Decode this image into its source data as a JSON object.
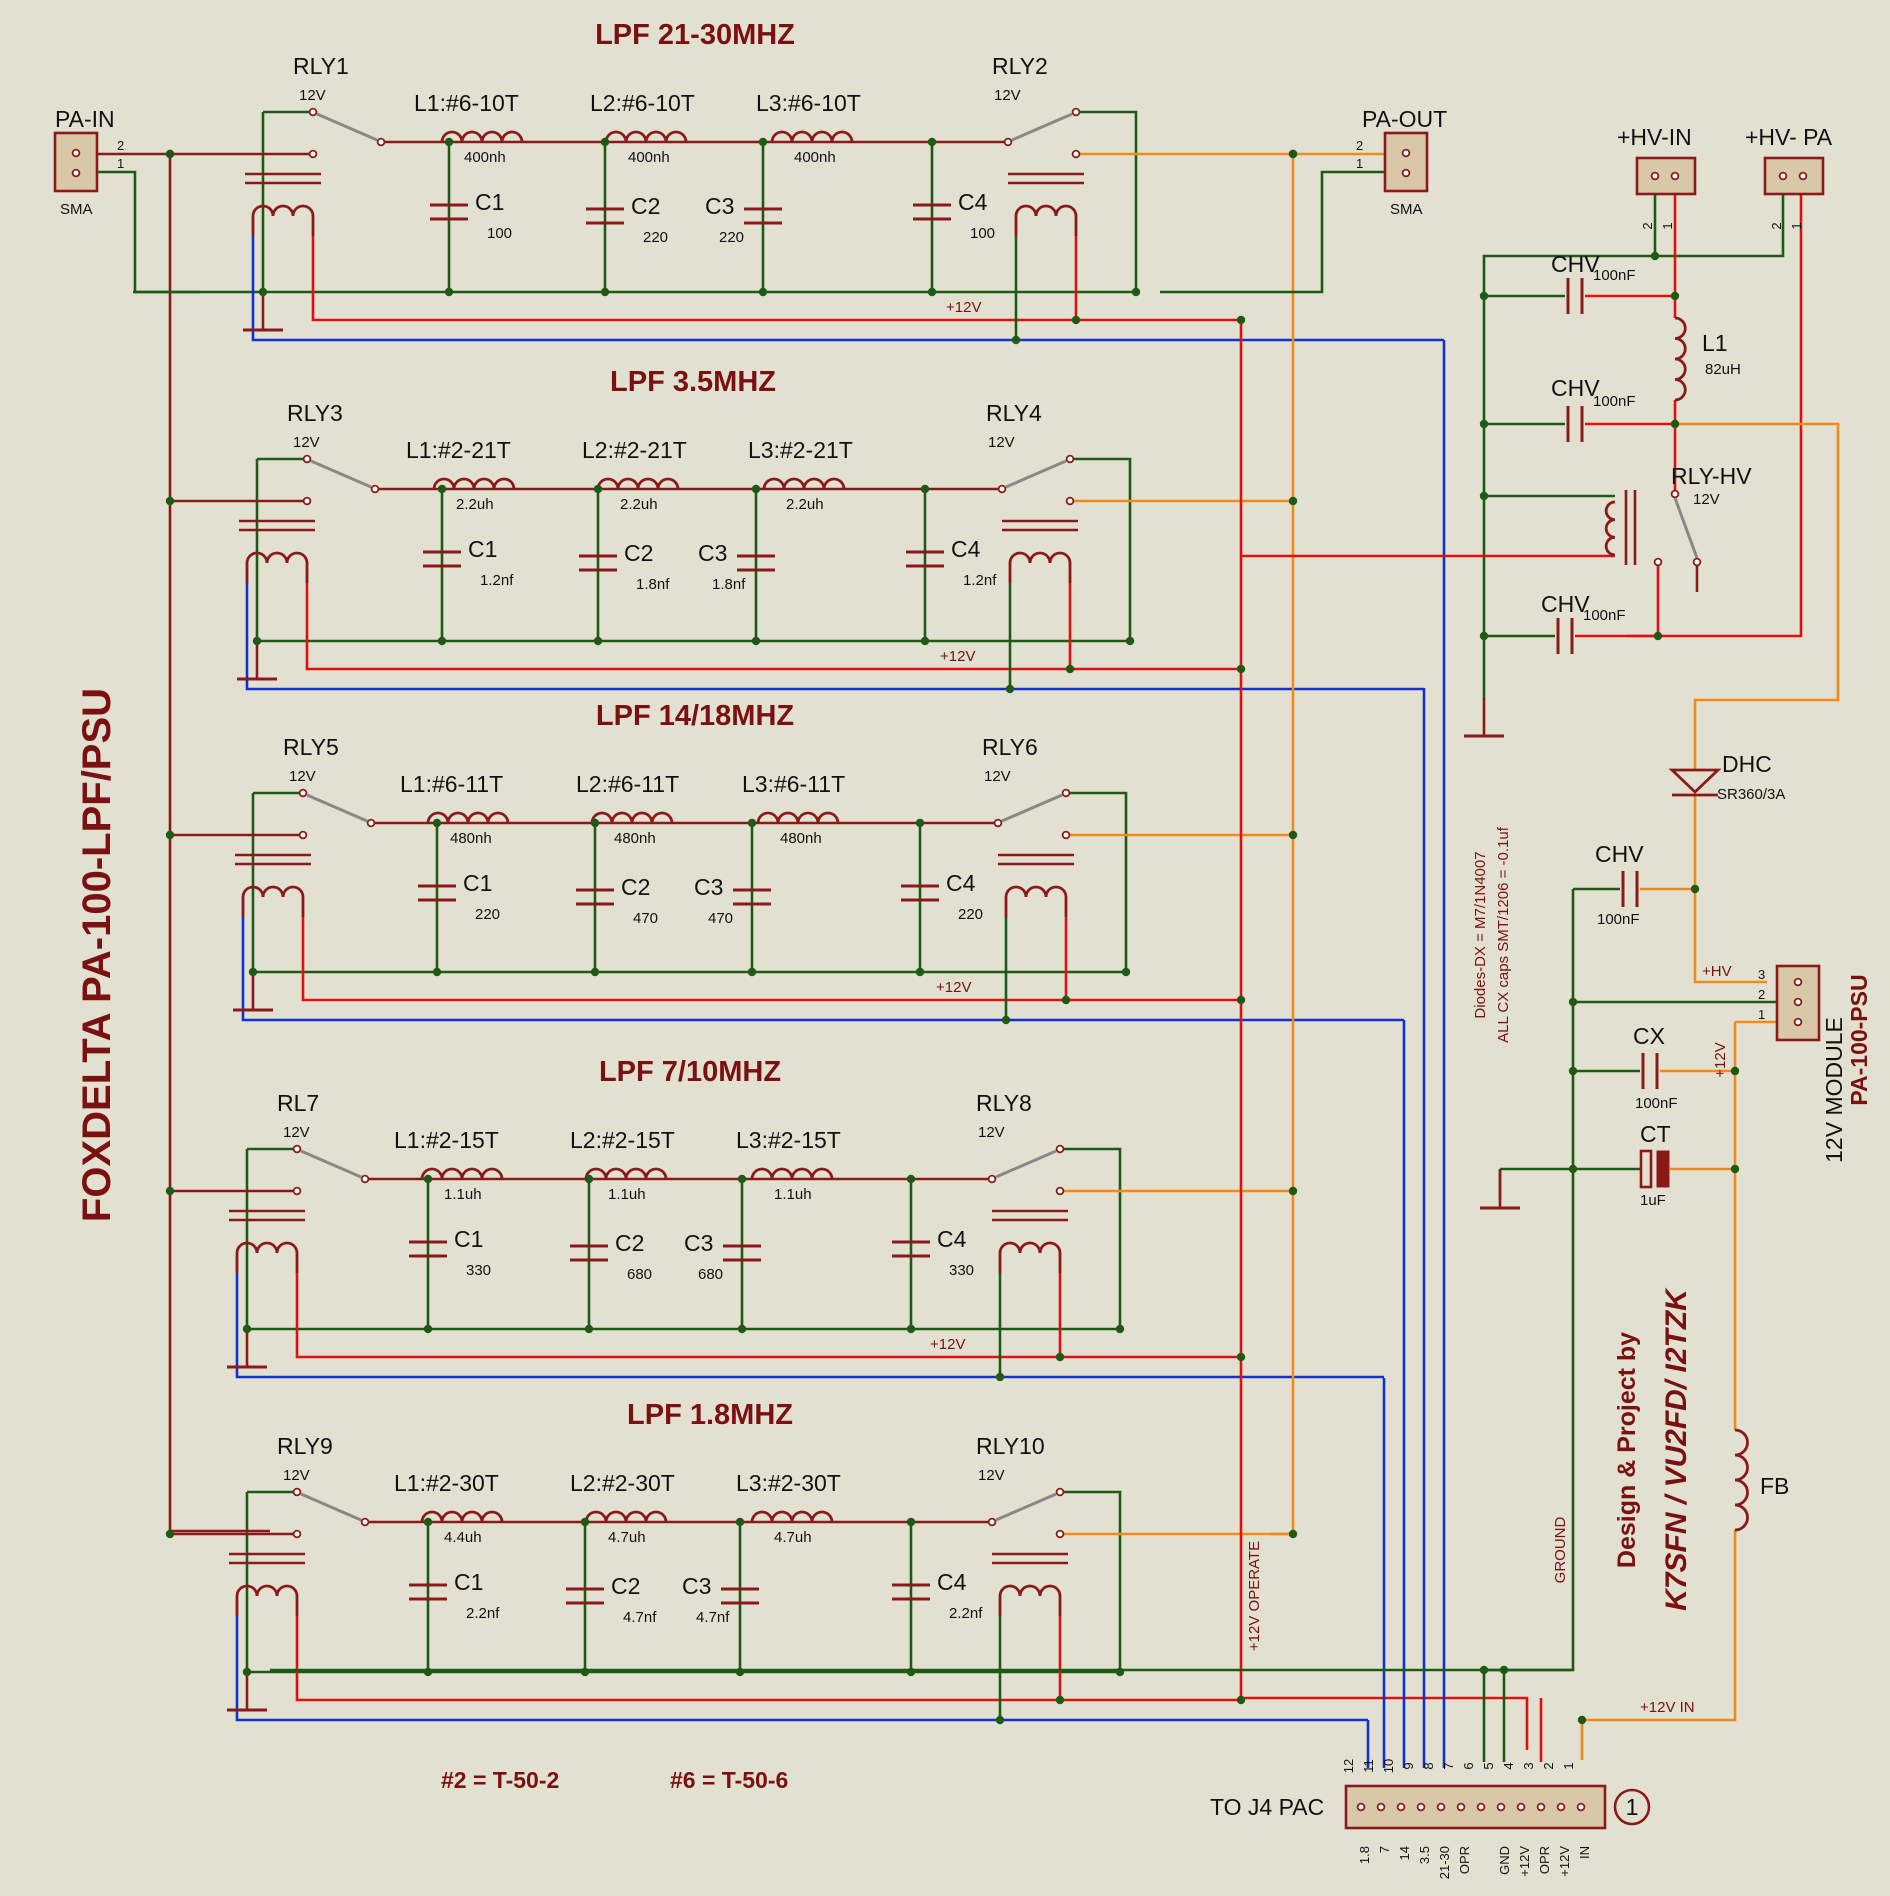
{
  "colors": {
    "background": "#e2e1d1",
    "ground_wire": "#1f5a14",
    "signal_wire": "#8a1a1a",
    "plus12v_wire": "#e01010",
    "control_wire": "#1030d0",
    "output_wire": "#f08a1a",
    "component": "#8a1a1a",
    "title_text": "#7a1010"
  },
  "title_vertical": "FOXDELTA    PA-100-LPF/PSU",
  "labels": {
    "t50_2": "#2 = T-50-2",
    "t50_6": "#6 = T-50-6",
    "to_j4": "TO J4 PAC",
    "connector_num": "1",
    "design": "Design & Project by",
    "authors": "K7SFN / VU2FD/ I2TZK",
    "diodes_note": "Diodes-DX = M7/1N4007",
    "caps_note": "ALL CX caps SMT/1206 = -0.1uf",
    "ground": "GROUND",
    "operate": "+12V OPERATE",
    "plus12v_in": "+12V IN",
    "plus12v": "+12V",
    "plus_hv": "+HV"
  },
  "connectors": {
    "pa_in": {
      "name": "PA-IN",
      "type": "SMA",
      "pin2": "2",
      "pin1": "1"
    },
    "pa_out": {
      "name": "PA-OUT",
      "type": "SMA",
      "pin2": "2",
      "pin1": "1"
    },
    "hv_in": {
      "name": "+HV-IN",
      "pin2": "2",
      "pin1": "1"
    },
    "hv_pa": {
      "name": "+HV- PA",
      "pin2": "2",
      "pin1": "1"
    },
    "module": {
      "name1": "12V MODULE",
      "name2": "PA-100-PSU",
      "pins": [
        "3",
        "2",
        "1"
      ]
    },
    "j4": {
      "pin_numbers": [
        "12",
        "11",
        "10",
        "9",
        "8",
        "7",
        "6",
        "5",
        "4",
        "3",
        "2",
        "1"
      ],
      "pin_labels": [
        "1.8",
        "7",
        "14",
        "3.5",
        "21-30",
        "OPR",
        "",
        "GND",
        "+12V",
        "OPR",
        "+12V",
        "IN"
      ]
    }
  },
  "filters": [
    {
      "title": "LPF 21-30MHZ",
      "rly_in": "RLY1",
      "rly_out": "RLY2",
      "rly_volt": "12V",
      "inductors": [
        {
          "ref": "L1:#6-10T",
          "val": "400nh"
        },
        {
          "ref": "L2:#6-10T",
          "val": "400nh"
        },
        {
          "ref": "L3:#6-10T",
          "val": "400nh"
        }
      ],
      "caps": [
        {
          "ref": "C1",
          "val": "100"
        },
        {
          "ref": "C2",
          "val": "220"
        },
        {
          "ref": "C3",
          "val": "220"
        },
        {
          "ref": "C4",
          "val": "100"
        }
      ],
      "plus12v": "+12V"
    },
    {
      "title": "LPF 3.5MHZ",
      "rly_in": "RLY3",
      "rly_out": "RLY4",
      "rly_volt": "12V",
      "inductors": [
        {
          "ref": "L1:#2-21T",
          "val": "2.2uh"
        },
        {
          "ref": "L2:#2-21T",
          "val": "2.2uh"
        },
        {
          "ref": "L3:#2-21T",
          "val": "2.2uh"
        }
      ],
      "caps": [
        {
          "ref": "C1",
          "val": "1.2nf"
        },
        {
          "ref": "C2",
          "val": "1.8nf"
        },
        {
          "ref": "C3",
          "val": "1.8nf"
        },
        {
          "ref": "C4",
          "val": "1.2nf"
        }
      ],
      "plus12v": "+12V"
    },
    {
      "title": "LPF 14/18MHZ",
      "rly_in": "RLY5",
      "rly_out": "RLY6",
      "rly_volt": "12V",
      "inductors": [
        {
          "ref": "L1:#6-11T",
          "val": "480nh"
        },
        {
          "ref": "L2:#6-11T",
          "val": "480nh"
        },
        {
          "ref": "L3:#6-11T",
          "val": "480nh"
        }
      ],
      "caps": [
        {
          "ref": "C1",
          "val": "220"
        },
        {
          "ref": "C2",
          "val": "470"
        },
        {
          "ref": "C3",
          "val": "470"
        },
        {
          "ref": "C4",
          "val": "220"
        }
      ],
      "plus12v": "+12V"
    },
    {
      "title": "LPF 7/10MHZ",
      "rly_in": "RL7",
      "rly_out": "RLY8",
      "rly_volt": "12V",
      "inductors": [
        {
          "ref": "L1:#2-15T",
          "val": "1.1uh"
        },
        {
          "ref": "L2:#2-15T",
          "val": "1.1uh"
        },
        {
          "ref": "L3:#2-15T",
          "val": "1.1uh"
        }
      ],
      "caps": [
        {
          "ref": "C1",
          "val": "330"
        },
        {
          "ref": "C2",
          "val": "680"
        },
        {
          "ref": "C3",
          "val": "680"
        },
        {
          "ref": "C4",
          "val": "330"
        }
      ],
      "plus12v": "+12V"
    },
    {
      "title": "LPF 1.8MHZ",
      "rly_in": "RLY9",
      "rly_out": "RLY10",
      "rly_volt": "12V",
      "inductors": [
        {
          "ref": "L1:#2-30T",
          "val": "4.4uh"
        },
        {
          "ref": "L2:#2-30T",
          "val": "4.7uh"
        },
        {
          "ref": "L3:#2-30T",
          "val": "4.7uh"
        }
      ],
      "caps": [
        {
          "ref": "C1",
          "val": "2.2nf"
        },
        {
          "ref": "C2",
          "val": "4.7nf"
        },
        {
          "ref": "C3",
          "val": "4.7nf"
        },
        {
          "ref": "C4",
          "val": "2.2nf"
        }
      ],
      "plus12v": ""
    }
  ],
  "psu": {
    "chv": "CHV",
    "chv_val": "100nF",
    "l1_ref": "L1",
    "l1_val": "82uH",
    "rly_hv": "RLY-HV",
    "rly_hv_volt": "12V",
    "dhc": "DHC",
    "dhc_val": "SR360/3A",
    "cx": "CX",
    "cx_val": "100nF",
    "ct": "CT",
    "ct_val": "1uF",
    "fb": "FB"
  }
}
